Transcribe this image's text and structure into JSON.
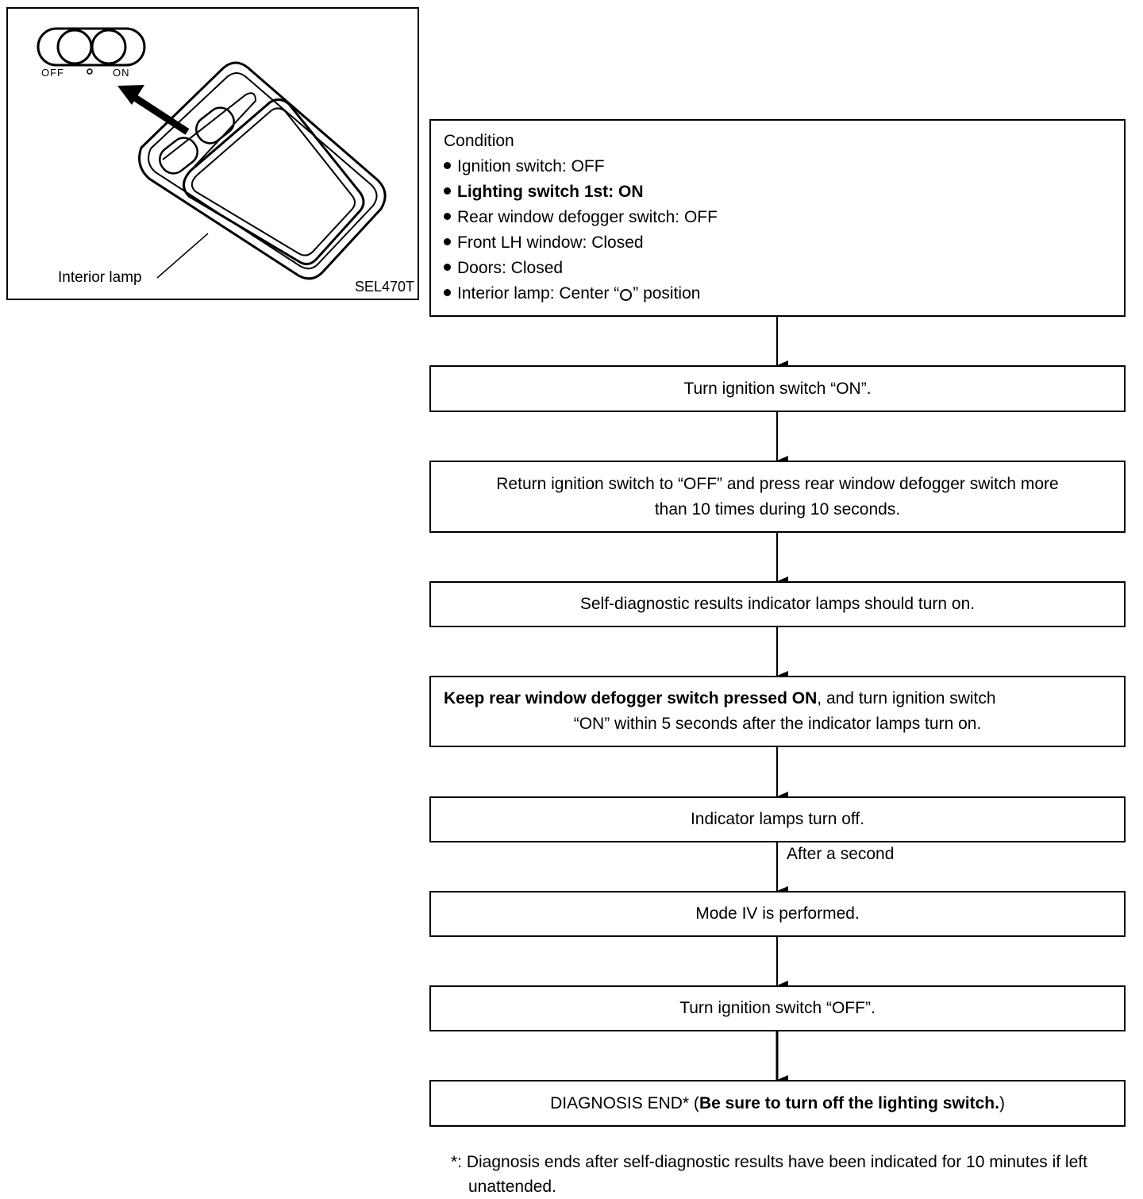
{
  "figure": {
    "switch_off_label": "OFF",
    "switch_on_label": "ON",
    "callout_label": "Interior lamp",
    "figure_code": "SEL470T"
  },
  "condition": {
    "title": "Condition",
    "items": [
      {
        "text": "Ignition switch: OFF",
        "bold": false
      },
      {
        "text": "Lighting switch 1st: ON",
        "bold": true
      },
      {
        "text": "Rear window defogger switch: OFF",
        "bold": false
      },
      {
        "text": "Front LH window: Closed",
        "bold": false
      },
      {
        "text": "Doors: Closed",
        "bold": false
      }
    ],
    "last_item_prefix": "Interior lamp: Center “",
    "last_item_suffix": "” position"
  },
  "steps": {
    "s1": "Turn ignition switch “ON”.",
    "s2_line1": "Return ignition switch to “OFF” and press rear window defogger switch more",
    "s2_line2": "than 10 times during 10 seconds.",
    "s3": "Self-diagnostic results indicator lamps should turn on.",
    "s4_bold": "Keep rear window defogger switch pressed ON",
    "s4_rest": ", and turn ignition switch",
    "s4_line2": "“ON” within 5 seconds after the indicator lamps turn on.",
    "s5": "Indicator lamps turn off.",
    "s5_arrow_label": "After a second",
    "s6": "Mode IV is performed.",
    "s7": "Turn ignition switch “OFF”.",
    "s8_plain": "DIAGNOSIS END* (",
    "s8_bold": "Be sure to turn off the lighting switch.",
    "s8_close": ")"
  },
  "footnote": "*: Diagnosis ends after self-diagnostic results have been indicated for 10 minutes if left unattended."
}
